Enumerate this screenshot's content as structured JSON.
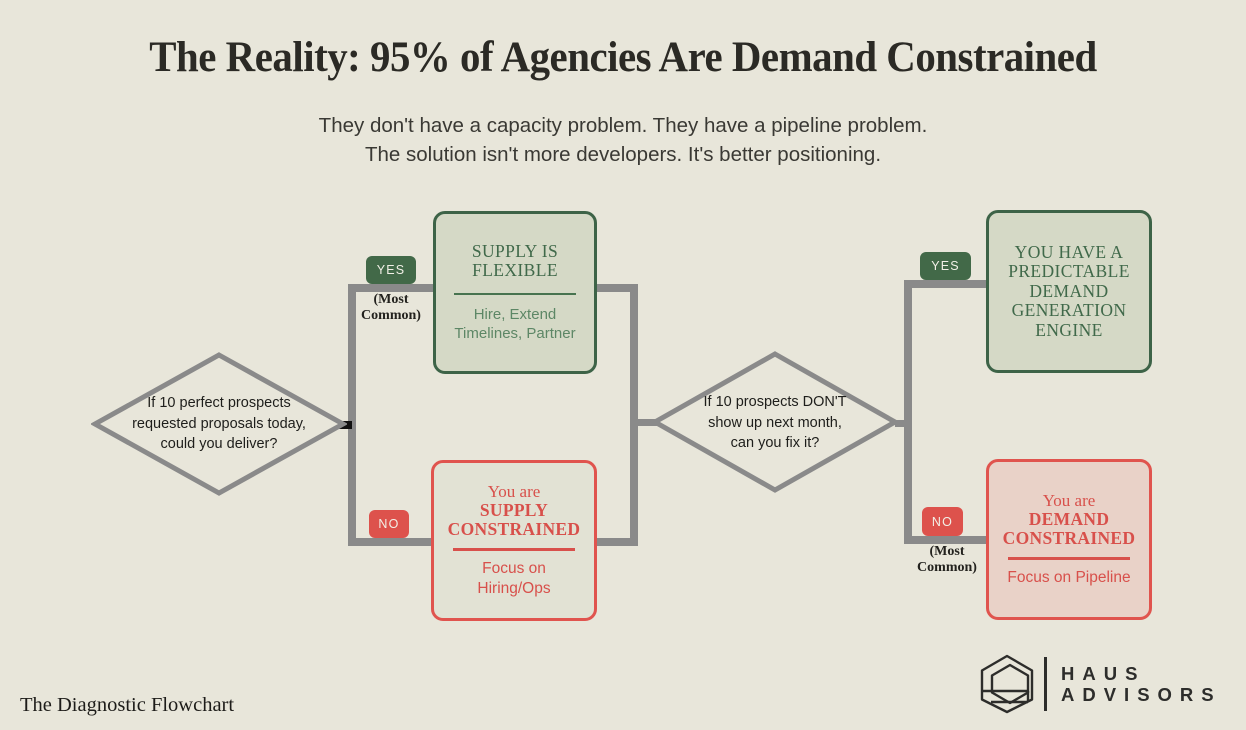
{
  "header": {
    "title": "The Reality: 95% of Agencies Are Demand Constrained",
    "subtitle_line1": "They don't have a capacity problem. They have a pipeline problem.",
    "subtitle_line2": "The solution isn't more developers. It's better positioning."
  },
  "flowchart": {
    "question1": {
      "line1": "If 10 perfect prospects",
      "line2": "requested proposals today,",
      "line3": "could you deliver?"
    },
    "question2": {
      "line1": "If 10 prospects DON'T",
      "line2": "show up next month,",
      "line3": "can you fix it?"
    },
    "branch1": {
      "yes_label": "YES",
      "yes_note_line1": "(Most",
      "yes_note_line2": "Common)",
      "no_label": "NO",
      "yes_box": {
        "title_line1": "SUPPLY IS",
        "title_line2": "FLEXIBLE",
        "sub_line1": "Hire, Extend",
        "sub_line2": "Timelines, Partner"
      },
      "no_box": {
        "intro": "You are",
        "strong_line1": "SUPPLY",
        "strong_line2": "CONSTRAINED",
        "sub_line1": "Focus on",
        "sub_line2": "Hiring/Ops"
      }
    },
    "branch2": {
      "yes_label": "YES",
      "no_label": "NO",
      "no_note_line1": "(Most",
      "no_note_line2": "Common)",
      "yes_box": {
        "line1": "YOU HAVE A",
        "line2": "PREDICTABLE",
        "line3": "DEMAND",
        "line4": "GENERATION",
        "line5": "ENGINE"
      },
      "no_box": {
        "intro": "You are",
        "strong_line1": "DEMAND",
        "strong_line2": "CONSTRAINED",
        "sub": "Focus on Pipeline"
      }
    }
  },
  "footer": {
    "caption": "The Diagnostic Flowchart",
    "brand_name_line1": "HAUS",
    "brand_name_line2": "ADVISORS"
  },
  "colors": {
    "background": "#e8e6da",
    "ink": "#2b2a25",
    "line_gray": "#8a8a8a",
    "green_border": "#3d6347",
    "green_text": "#40694a",
    "green_sub_text": "#5d8766",
    "green_fill": "#d5d9c6",
    "badge_yes_green": "#426948",
    "badge_no_red": "#dd524c",
    "red_text": "#d8504b",
    "red_border": "#e0544e",
    "red_fill_plain": "#e2e2d4",
    "red_fill_pink": "#e9d2c8"
  }
}
